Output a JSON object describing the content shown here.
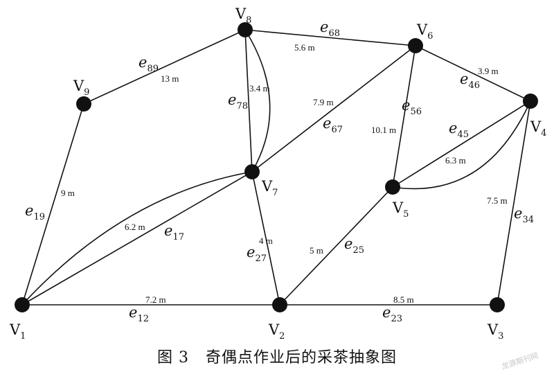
{
  "caption": {
    "figure_number": "图 3",
    "title": "奇偶点作业后的采茶抽象图"
  },
  "watermark": "龙源期刊网",
  "colors": {
    "ink": "#111111",
    "background": "#ffffff",
    "watermark": "#c8c8c8"
  },
  "vertices": [
    {
      "id": "V1",
      "letter": "V",
      "sub": "1"
    },
    {
      "id": "V2",
      "letter": "V",
      "sub": "2"
    },
    {
      "id": "V3",
      "letter": "V",
      "sub": "3"
    },
    {
      "id": "V4",
      "letter": "V",
      "sub": "4"
    },
    {
      "id": "V5",
      "letter": "V",
      "sub": "5"
    },
    {
      "id": "V6",
      "letter": "V",
      "sub": "6"
    },
    {
      "id": "V7",
      "letter": "V",
      "sub": "7"
    },
    {
      "id": "V8",
      "letter": "V",
      "sub": "8"
    },
    {
      "id": "V9",
      "letter": "V",
      "sub": "9"
    }
  ],
  "edges": [
    {
      "id": "e12",
      "sub": "12",
      "from": "V1",
      "to": "V2",
      "length": "7.2 m"
    },
    {
      "id": "e23",
      "sub": "23",
      "from": "V2",
      "to": "V3",
      "length": "8.5 m"
    },
    {
      "id": "e34",
      "sub": "34",
      "from": "V3",
      "to": "V4",
      "length": "7.5 m"
    },
    {
      "id": "e45",
      "sub": "45",
      "from": "V4",
      "to": "V5",
      "length": "6.3 m"
    },
    {
      "id": "e46",
      "sub": "46",
      "from": "V4",
      "to": "V6",
      "length": "3.9 m"
    },
    {
      "id": "e56",
      "sub": "56",
      "from": "V5",
      "to": "V6",
      "length": "10.1 m"
    },
    {
      "id": "e25",
      "sub": "25",
      "from": "V2",
      "to": "V5",
      "length": "5 m"
    },
    {
      "id": "e27",
      "sub": "27",
      "from": "V2",
      "to": "V7",
      "length": "4 m"
    },
    {
      "id": "e17",
      "sub": "17",
      "from": "V1",
      "to": "V7",
      "length": "6.2 m"
    },
    {
      "id": "e19",
      "sub": "19",
      "from": "V1",
      "to": "V9",
      "length": "9 m"
    },
    {
      "id": "e89",
      "sub": "89",
      "from": "V8",
      "to": "V9",
      "length": "13 m"
    },
    {
      "id": "e68",
      "sub": "68",
      "from": "V6",
      "to": "V8",
      "length": "5.6 m"
    },
    {
      "id": "e67",
      "sub": "67",
      "from": "V6",
      "to": "V7",
      "length": "7.9 m"
    },
    {
      "id": "e78",
      "sub": "78",
      "from": "V7",
      "to": "V8",
      "length": "3.4 m"
    }
  ],
  "duplicated_edges": [
    "V1-V7",
    "V4-V5",
    "V7-V8"
  ]
}
